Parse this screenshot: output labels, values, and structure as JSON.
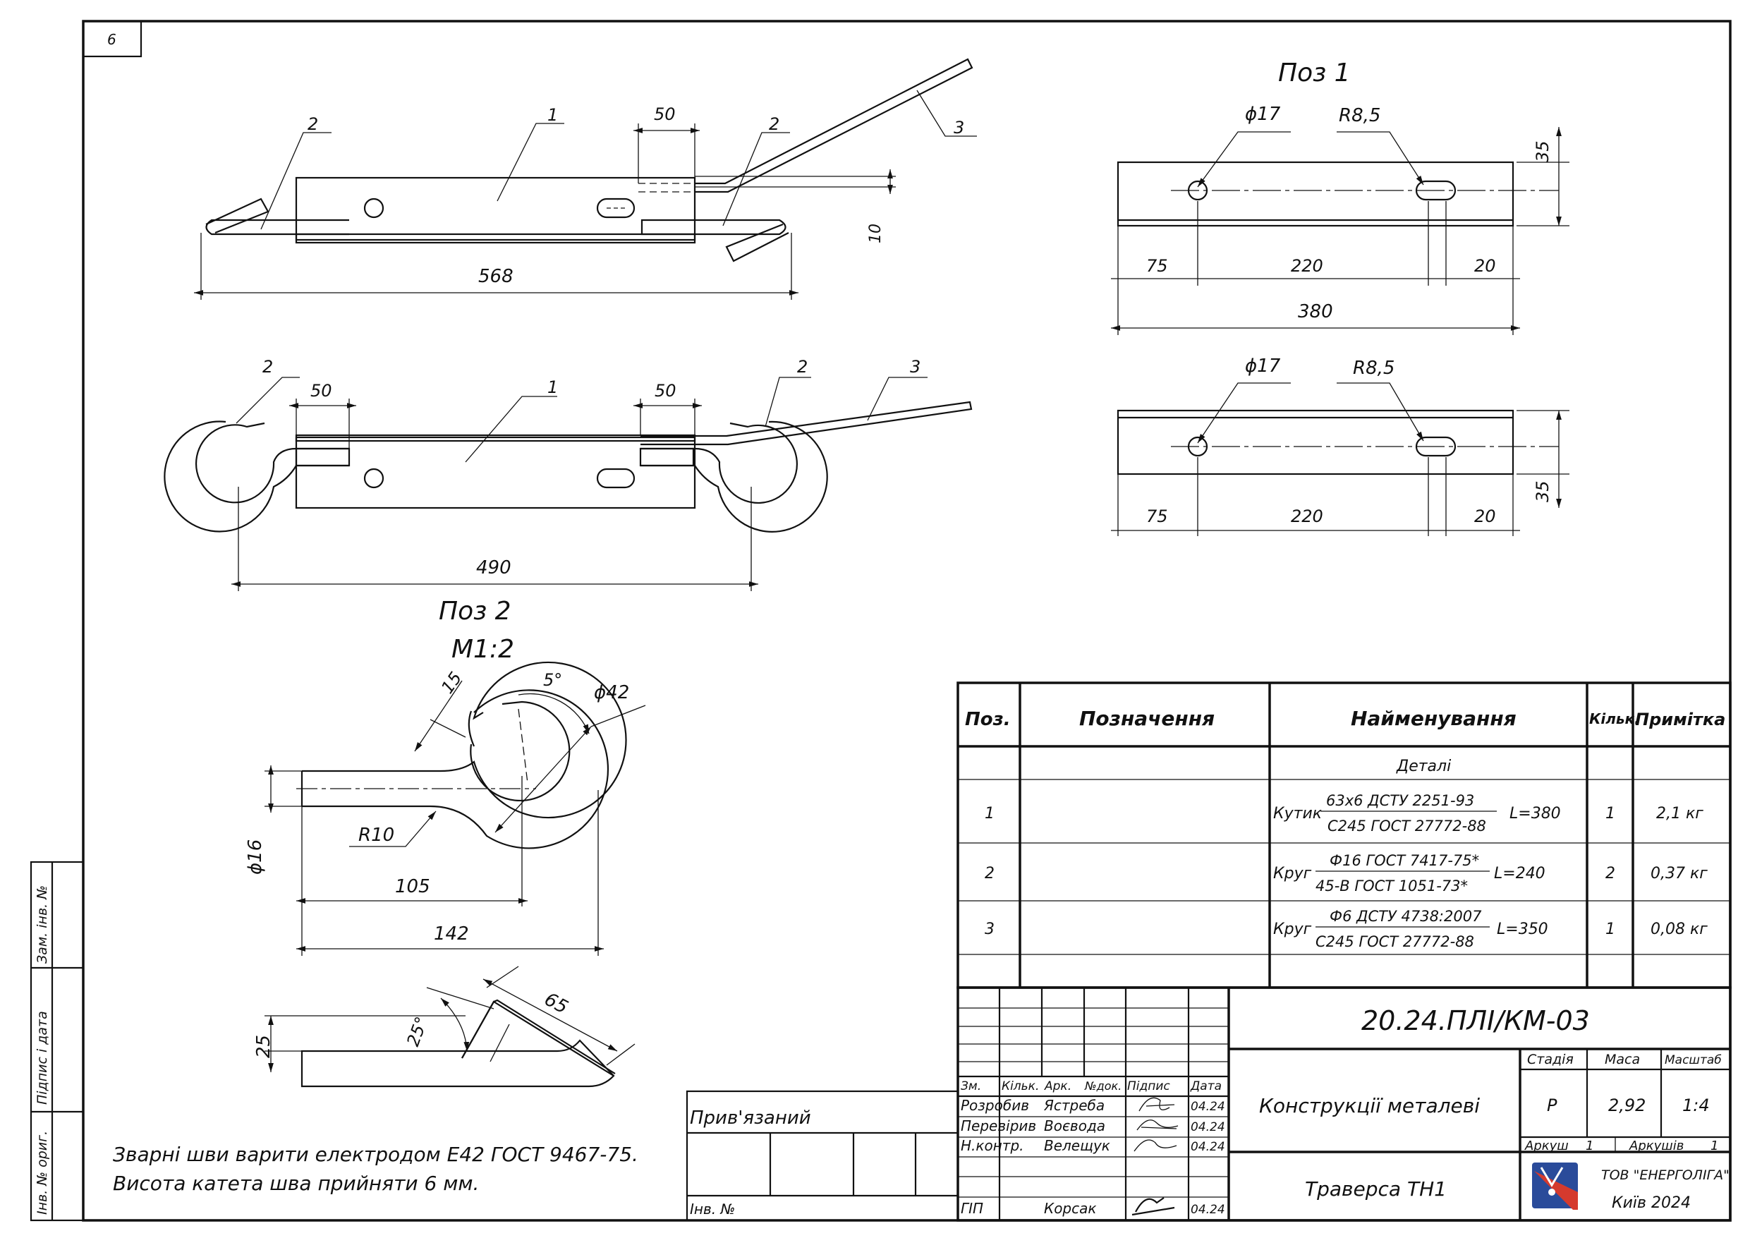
{
  "sheet": {
    "corner_number": "6"
  },
  "side_stamp": {
    "zam_inv": "Зам. інв. №",
    "pidpys_data": "Підпис і дата",
    "inv_orig": "Інв. № ориг."
  },
  "assembly": {
    "top_view": {
      "callouts": [
        "2",
        "1",
        "2",
        "3"
      ],
      "dims": [
        "50",
        "10",
        "568"
      ]
    },
    "bottom_view": {
      "callouts": [
        "2",
        "1",
        "2",
        "3"
      ],
      "dims": [
        "50",
        "50",
        "490"
      ]
    }
  },
  "poz1": {
    "title": "Поз 1",
    "view1": {
      "hole": "ϕ17",
      "slot": "R8,5",
      "height": "35",
      "d1": "75",
      "d2": "220",
      "d3": "20",
      "total": "380"
    },
    "view2": {
      "hole": "ϕ17",
      "slot": "R8,5",
      "height": "35",
      "d1": "75",
      "d2": "220",
      "d3": "20"
    }
  },
  "poz2": {
    "title": "Поз 2",
    "scale": "М1:2",
    "hook": {
      "d15": "15",
      "angle": "5°",
      "dia": "ϕ42",
      "rad": "R10",
      "rod_dia": "ϕ16",
      "len1": "105",
      "len2": "142"
    },
    "bend": {
      "h": "25",
      "angle": "25°",
      "len": "65"
    }
  },
  "notes": {
    "line1": "Зварні шви варити електродом Е42 ГОСТ 9467-75.",
    "line2": "Висота катета шва прийняти 6 мм."
  },
  "spec_table": {
    "headers": {
      "poz": "Поз.",
      "designation": "Позначення",
      "name": "Найменування",
      "qty": "Кільк.",
      "note": "Примітка"
    },
    "section": "Деталі",
    "rows": [
      {
        "poz": "1",
        "kind": "Кутик",
        "top": "63х6 ДСТУ 2251-93",
        "bottom": "С245 ГОСТ 27772-88",
        "len": "L=380",
        "qty": "1",
        "note": "2,1 кг"
      },
      {
        "poz": "2",
        "kind": "Круг",
        "top": "Ф16 ГОСТ 7417-75*",
        "bottom": "45-В ГОСТ 1051-73*",
        "len": "L=240",
        "qty": "2",
        "note": "0,37 кг"
      },
      {
        "poz": "3",
        "kind": "Круг",
        "top": "Ф6 ДСТУ 4738:2007",
        "bottom": "С245 ГОСТ 27772-88",
        "len": "L=350",
        "qty": "1",
        "note": "0,08 кг"
      }
    ]
  },
  "title_block": {
    "code": "20.24.ПЛІ/КМ-03",
    "cols": {
      "zm": "Зм.",
      "kilk": "Кільк.",
      "ark": "Арк.",
      "ndok": "№док.",
      "pidpys": "Підпис",
      "data": "Дата"
    },
    "people": [
      {
        "role": "Розробив",
        "name": "Ястреба",
        "date": "04.24"
      },
      {
        "role": "Перевірив",
        "name": "Воєвода",
        "date": "04.24"
      },
      {
        "role": "Н.контр.",
        "name": "Велещук",
        "date": "04.24"
      },
      {
        "role": "ГІП",
        "name": "Корсак",
        "date": "04.24"
      }
    ],
    "section_name": "Конструкції металеві",
    "part_name": "Траверса ТН1",
    "stage_label": "Стадія",
    "mass_label": "Маса",
    "scale_label": "Масштаб",
    "stage": "Р",
    "mass": "2,92",
    "scale": "1:4",
    "sheet_label": "Аркуш",
    "sheet": "1",
    "sheets_label": "Аркушів",
    "sheets": "1",
    "company": "ТОВ \"ЕНЕРГОЛІГА\"",
    "city": "Київ 2024",
    "pryvyazanyi": "Прив'язаний",
    "inv_no": "Інв. №"
  }
}
